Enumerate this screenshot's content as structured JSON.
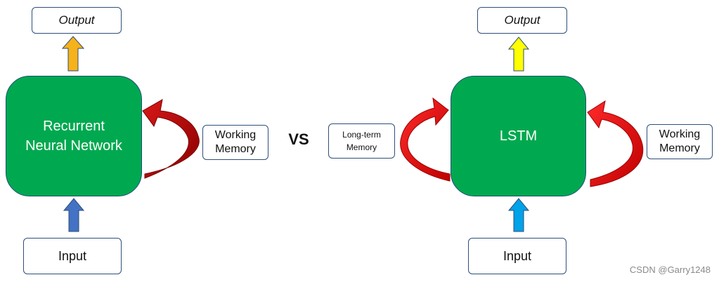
{
  "left": {
    "output": "Output",
    "core_lines": [
      "Recurrent",
      "Neural Network"
    ],
    "memory_lines": [
      "Working",
      "Memory"
    ],
    "input": "Input",
    "arrow_up_color": "#f6b21a",
    "arrow_in_color": "#4472c4",
    "curve_color": "#c00000"
  },
  "vs": "VS",
  "right": {
    "output": "Output",
    "core": "LSTM",
    "long_memory_lines": [
      "Long-term",
      "Memory"
    ],
    "working_memory_lines": [
      "Working",
      "Memory"
    ],
    "input": "Input",
    "arrow_up_color": "#ffff00",
    "arrow_in_color": "#00a2e8",
    "curve_color": "#e30613"
  },
  "colors": {
    "core_fill": "#00a94f",
    "box_border": "#2f4f79"
  },
  "watermark": "CSDN @Garry1248"
}
